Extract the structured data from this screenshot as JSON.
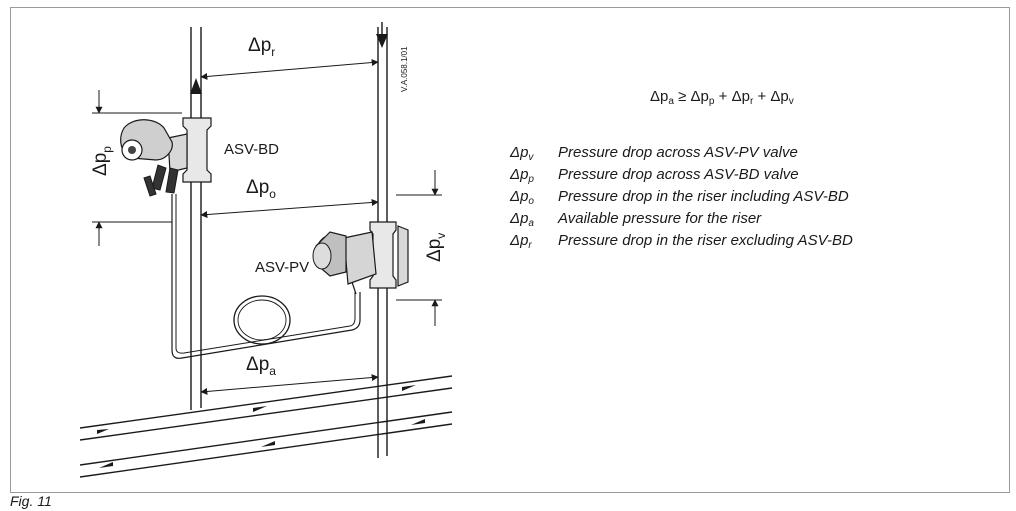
{
  "figure": {
    "caption": "Fig. 11",
    "code": "V.A.058.1/01",
    "labels": {
      "asv_bd": "ASV-BD",
      "asv_pv": "ASV-PV"
    },
    "dims": {
      "delta": "Δp",
      "r": "r",
      "p": "p",
      "o": "o",
      "v": "v",
      "a": "a"
    }
  },
  "formula": {
    "delta": "Δp",
    "a": "a",
    "ge": " ≥ ",
    "p": "p",
    "plus1": " + ",
    "r": "r",
    "plus2": " + ",
    "v": "v"
  },
  "legend": [
    {
      "symbol": "Δp",
      "sub": "v",
      "text": "Pressure drop across ASV-PV valve"
    },
    {
      "symbol": "Δp",
      "sub": "p",
      "text": "Pressure drop across ASV-BD valve"
    },
    {
      "symbol": "Δp",
      "sub": "o",
      "text": "Pressure drop in the riser including ASV-BD"
    },
    {
      "symbol": "Δp",
      "sub": "a",
      "text": "Available pressure for the riser"
    },
    {
      "symbol": "Δp",
      "sub": "r",
      "text": "Pressure drop in the riser excluding ASV-BD"
    }
  ]
}
